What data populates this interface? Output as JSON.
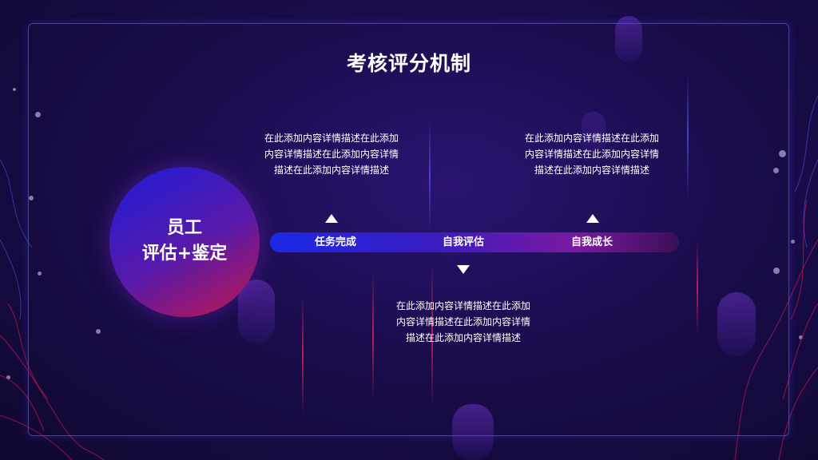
{
  "title": "考核评分机制",
  "center": {
    "line1": "员工",
    "line2": "评估+鉴定"
  },
  "stages": [
    {
      "label": "任务完成",
      "description": "在此添加内容详情描述在此添加内容详情描述在此添加内容详情描述在此添加内容详情描述"
    },
    {
      "label": "自我评估",
      "description": "在此添加内容详情描述在此添加内容详情描述在此添加内容详情描述在此添加内容详情描述"
    },
    {
      "label": "自我成长",
      "description": "在此添加内容详情描述在此添加内容详情描述在此添加内容详情描述在此添加内容详情描述"
    }
  ],
  "colors": {
    "frame": "#4646e6",
    "bar_start": "#1c28e6",
    "bar_end": "#3a0f55",
    "circle_start": "#1a1cd8",
    "circle_end": "#c0164a"
  }
}
